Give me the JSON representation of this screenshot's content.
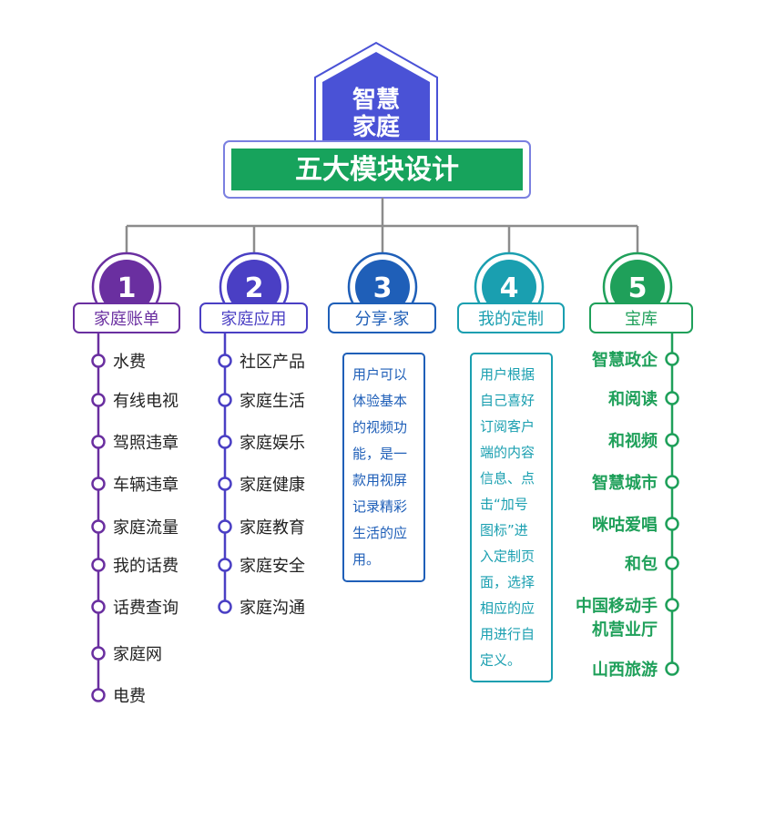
{
  "header": {
    "logo_line1": "智慧",
    "logo_line2": "家庭",
    "title": "五大模块设计"
  },
  "colors": {
    "connector": "#8c8c8c",
    "header_blue": "#4a52d6",
    "header_green": "#1f9e5a"
  },
  "modules": [
    {
      "number": "1",
      "title": "家庭账单",
      "color": "#6a2fa0",
      "items": [
        "水费",
        "有线电视",
        "驾照违章",
        "车辆违章",
        "家庭流量",
        "我的话费",
        "话费查询",
        "家庭网",
        "电费"
      ]
    },
    {
      "number": "2",
      "title": "家庭应用",
      "color": "#4a3fc4",
      "items": [
        "社区产品",
        "家庭生活",
        "家庭娱乐",
        "家庭健康",
        "家庭教育",
        "家庭安全",
        "家庭沟通"
      ]
    },
    {
      "number": "3",
      "title": "分享·家",
      "color": "#1f5fb8",
      "description": [
        "用户可以",
        "体验基本",
        "的视频功",
        "能，是一",
        "款用视屏",
        "记录精彩",
        "生活的应",
        "用。"
      ]
    },
    {
      "number": "4",
      "title": "我的定制",
      "color": "#1a9fb0",
      "description": [
        "用户根据",
        "自己喜好",
        "订阅客户",
        "端的内容",
        "信息、点",
        "击“加号",
        "图标”进",
        "入定制页",
        "面，选择",
        "相应的应",
        "用进行自",
        "定义。"
      ]
    },
    {
      "number": "5",
      "title": "宝库",
      "color": "#1fa05a",
      "items": [
        "智慧政企",
        "和阅读",
        "和视频",
        "智慧城市",
        "咪咕爱唱",
        "和包",
        "中国移动手\n机营业厅",
        "山西旅游"
      ]
    }
  ]
}
